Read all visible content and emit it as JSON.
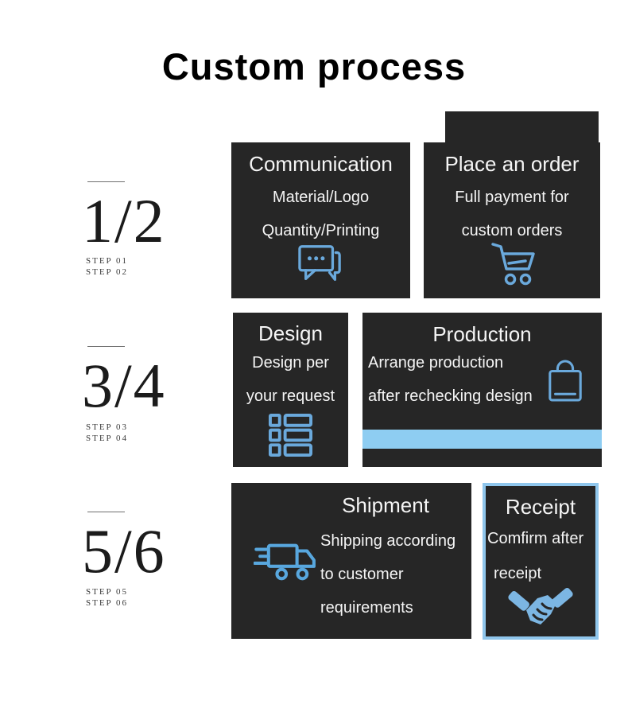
{
  "title": "Custom process",
  "colors": {
    "title_color": "#000000",
    "step_number_color": "#1b1b1b",
    "card_background": "#262626",
    "card_text_color": "#f5f5f5",
    "icon_blue": "#6aa9dc",
    "truck_blue": "#58a7de",
    "stripe_blue": "#8ecdf2",
    "receipt_border_blue": "#8fc6ec",
    "handshake_fill": "#7cb6e3"
  },
  "steps": [
    {
      "number": "1/2",
      "labels": [
        "STEP 01",
        "STEP 02"
      ]
    },
    {
      "number": "3/4",
      "labels": [
        "STEP 03",
        "STEP 04"
      ]
    },
    {
      "number": "5/6",
      "labels": [
        "STEP 05",
        "STEP 06"
      ]
    }
  ],
  "cards": {
    "communication": {
      "title": "Communication",
      "lines": [
        "Material/Logo",
        "Quantity/Printing"
      ],
      "icon": "chat-bubbles-icon"
    },
    "order": {
      "title": "Place an order",
      "lines": [
        "Full payment for",
        "custom orders"
      ],
      "icon": "shopping-cart-icon"
    },
    "design": {
      "title": "Design",
      "lines": [
        "Design per",
        "your request"
      ],
      "icon": "list-menu-icon"
    },
    "production": {
      "title": "Production",
      "lines": [
        "Arrange production",
        "after rechecking design"
      ],
      "icon": "shopping-bag-icon"
    },
    "shipment": {
      "title": "Shipment",
      "lines": [
        "Shipping according",
        "to customer",
        "requirements"
      ],
      "icon": "delivery-truck-icon"
    },
    "receipt": {
      "title": "Receipt",
      "lines": [
        "Comfirm after",
        "receipt"
      ],
      "icon": "handshake-icon"
    }
  }
}
